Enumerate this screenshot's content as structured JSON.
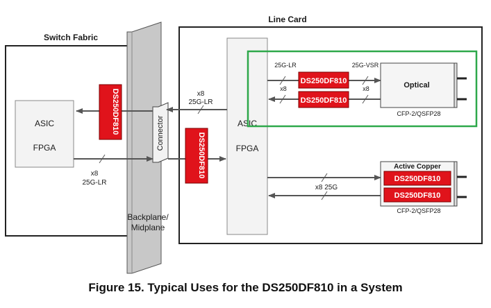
{
  "switch_fabric": {
    "title": "Switch Fabric",
    "asic": "ASIC",
    "fpga": "FPGA",
    "lanes": "x8",
    "rate": "25G-LR"
  },
  "line_card": {
    "title": "Line Card",
    "asic": "ASIC",
    "fpga": "FPGA"
  },
  "connector": {
    "label": "Connector"
  },
  "backplane": {
    "line1": "Backplane/",
    "line2": "Midplane"
  },
  "retimer": {
    "label": "DS250DF810"
  },
  "links": {
    "backplane_lanes": "x8",
    "backplane_rate": "25G-LR",
    "optical_in_rate": "25G-LR",
    "optical_out_rate": "25G-VSR",
    "optical_lanes_left": "x8",
    "optical_lanes_right": "x8",
    "copper": "x8 25G"
  },
  "optical_module": {
    "title": "Optical",
    "form_factor": "CFP-2/QSFP28"
  },
  "copper_module": {
    "title": "Active Copper",
    "form_factor": "CFP-2/QSFP28"
  },
  "caption": "Figure 15.  Typical Uses for the DS250DF810 in a System",
  "colors": {
    "retimer_fill": "#e0131b",
    "highlight": "#2da84a",
    "wire": "#555555",
    "panel": "#c8c8c8"
  }
}
